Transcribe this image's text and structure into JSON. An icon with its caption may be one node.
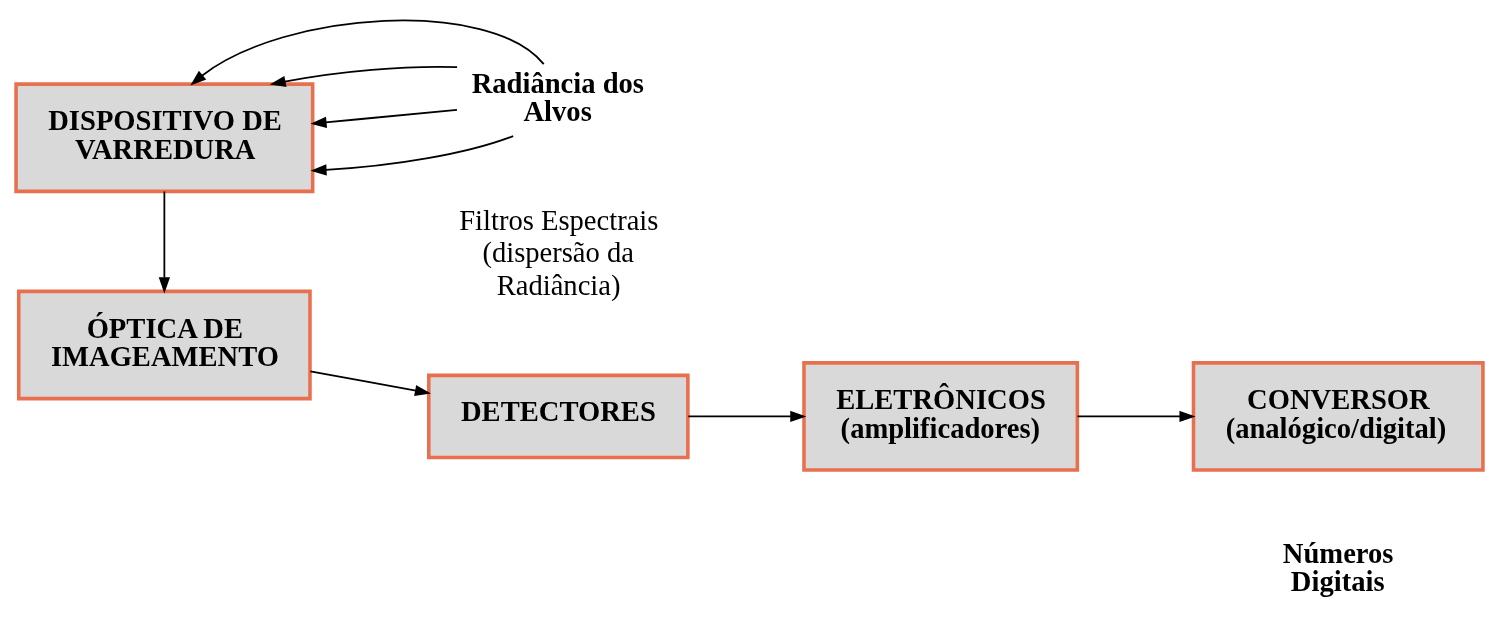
{
  "diagram": {
    "nodes": [
      {
        "text": [
          "DISPOSITIVO DE VARREDURA"
        ]
      },
      {
        "text": [
          "Radiância dos Alvos"
        ]
      },
      {
        "text": [
          "ÓPTICA DE IMAGEAMENTO"
        ]
      },
      {
        "text": [
          "DETECTORES"
        ]
      },
      {
        "text": [
          "ELETRÔNICOS",
          "(amplificadores)"
        ]
      },
      {
        "text": [
          "CONVERSOR",
          "(analógico/digital)"
        ]
      }
    ],
    "edges": [
      {
        "from": 1,
        "to": 0,
        "arrow": "to"
      },
      {
        "from": 1,
        "to": 0,
        "arrow": "to"
      },
      {
        "from": 1,
        "to": 0,
        "arrow": "to"
      },
      {
        "from": 1,
        "to": 0,
        "arrow": "to"
      },
      {
        "from": 0,
        "to": 2,
        "arrow": "to"
      },
      {
        "from": 2,
        "to": 3,
        "arrow": "to"
      },
      {
        "from": 3,
        "to": 4,
        "arrow": "to"
      },
      {
        "from": 4,
        "to": 5,
        "arrow": "to"
      }
    ],
    "labels": [
      "Filtros Espectrais (dispersão da Radiância)",
      "Números Digitais"
    ]
  }
}
